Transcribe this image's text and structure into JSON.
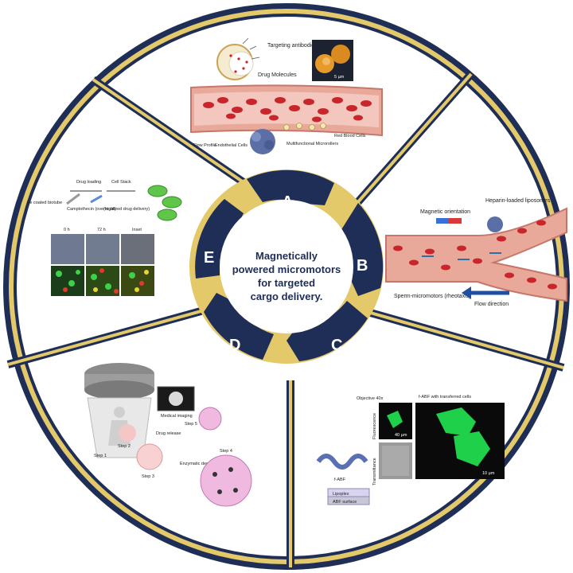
{
  "center": {
    "title_lines": [
      "Magnetically",
      "powered micromotors",
      "for targeted",
      "cargo delivery."
    ]
  },
  "segments": [
    {
      "letter": "A"
    },
    {
      "letter": "B"
    },
    {
      "letter": "C"
    },
    {
      "letter": "D"
    },
    {
      "letter": "E"
    }
  ],
  "panel_a": {
    "targeting": "Targeting antibodies",
    "drug": "Drug Molecules",
    "scale": "5 µm",
    "flow_profile": "Flow Profile",
    "endothelial": "Endothelial Cells",
    "microrollers": "Multifunctional Microrollers",
    "rbc": "Red Blood Cells"
  },
  "panel_b": {
    "magnetic": "Magnetic orientation",
    "heparin": "Heparin-loaded liposomes",
    "sperm": "Sperm-micromotors (rheotaxis)",
    "flow": "Flow direction"
  },
  "panel_c": {
    "objective": "Objective 40x",
    "fabf_cells": "f-ABF with transferred cells",
    "fluorescence": "Fluorescence",
    "transmittance": "Transmittance",
    "scale40": "40 µm",
    "scale10": "10 µm",
    "fabf": "f-ABF",
    "lipoplex": "Lipoplex",
    "abf_surface": "ABF surface"
  },
  "panel_d": {
    "step1": "Step 1",
    "step2": "Step 2",
    "step3": "Step 3",
    "step4": "Step 4",
    "step5": "Step 5",
    "medical": "Medical imaging",
    "drug_release": "Drug release",
    "enzymatic": "Enzymatic degradation"
  },
  "panel_e": {
    "biotube": "Fe coated biotube",
    "loading": "Drug loading",
    "camptothecin": "Camptothecin (overnight)",
    "stack": "Cell Stack",
    "localized": "(localized drug delivery)",
    "t0": "0 h",
    "t72": "72 h",
    "inset": "Inset"
  },
  "colors": {
    "ring_gold": "#e3c96a",
    "ring_navy": "#1f2e57",
    "divider": "#1f2e57",
    "vessel": "#e8a99a",
    "blood": "#c8262b"
  }
}
